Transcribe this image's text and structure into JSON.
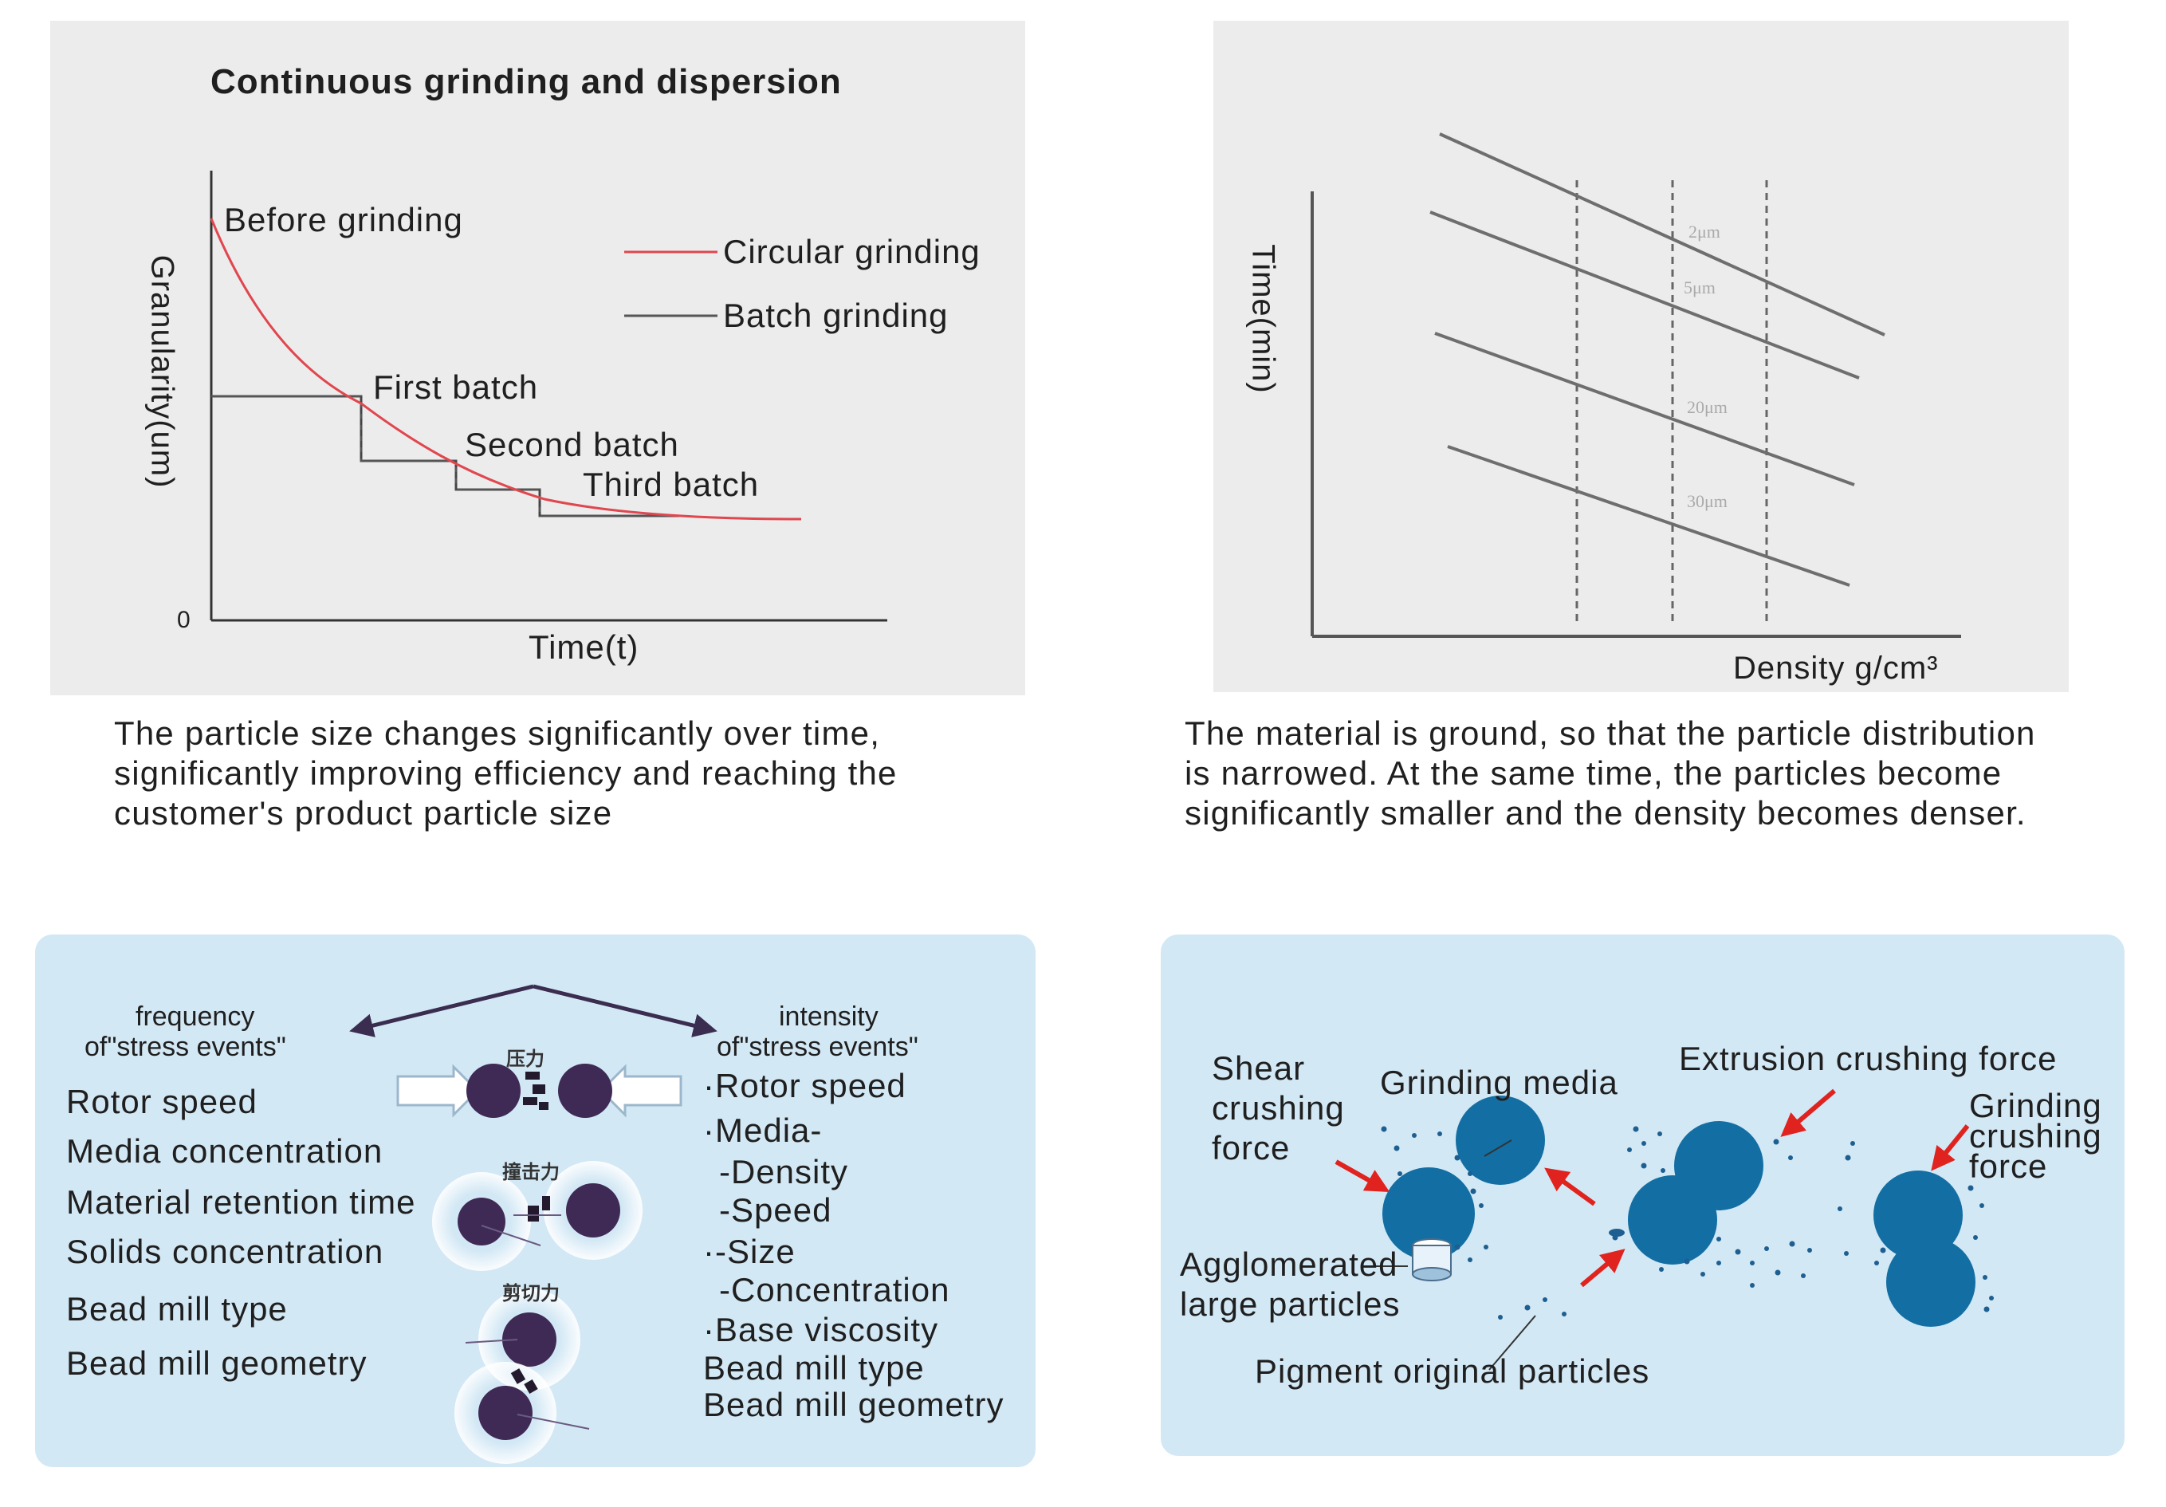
{
  "chart_left": {
    "title": "Continuous grinding and dispersion",
    "ylabel": "Granularity(um)",
    "xlabel": "Time(t)",
    "origin_label": "0",
    "annotations": [
      "Before grinding",
      "First batch",
      "Second batch",
      "Third batch"
    ],
    "legend": [
      "Circular grinding",
      "Batch grinding"
    ],
    "colors": {
      "circular": "#e0474f",
      "batch": "#555555"
    }
  },
  "chart_right": {
    "ylabel": "Time(min)",
    "xlabel": "Density  g/cm³",
    "line_labels": [
      "2μm",
      "5μm",
      "20μm",
      "30μm"
    ]
  },
  "captions": {
    "left": "The particle size changes significantly over time,\nsignificantly improving efficiency and reaching the\ncustomer's product particle size",
    "right": "The material is ground, so that the particle distribution\nis narrowed. At the same time, the particles become\nsignificantly smaller and the density becomes denser."
  },
  "stress_diagram": {
    "frequency_header": [
      "frequency",
      "of\"stress events\""
    ],
    "intensity_header": [
      "intensity",
      "of\"stress events\""
    ],
    "frequency_items": [
      "Rotor speed",
      "Media concentration",
      "Material retention time",
      "Solids concentration",
      "Bead mill type",
      "Bead mill geometry"
    ],
    "intensity_items": [
      "·Rotor speed",
      "·Media-",
      "-Density",
      "-Speed",
      "·-Size",
      "-Concentration",
      "·Base viscosity",
      "Bead mill type",
      "Bead mill geometry"
    ],
    "force_labels": [
      "压力",
      "撞击力",
      "剪切力"
    ],
    "colors": {
      "ball": "#3f2a55",
      "background": "#d3e8f5"
    }
  },
  "grinding_diagram": {
    "labels": {
      "shear": [
        "Shear",
        "crushing",
        "force"
      ],
      "media": "Grinding media",
      "extrusion": "Extrusion crushing force",
      "grinding_force": [
        "Grinding",
        "crushing",
        "force"
      ],
      "agglomerated": [
        "Agglomerated",
        "large particles"
      ],
      "pigment": "Pigment original particles"
    },
    "colors": {
      "media": "#136fa3",
      "arrow": "#e0231e"
    }
  }
}
